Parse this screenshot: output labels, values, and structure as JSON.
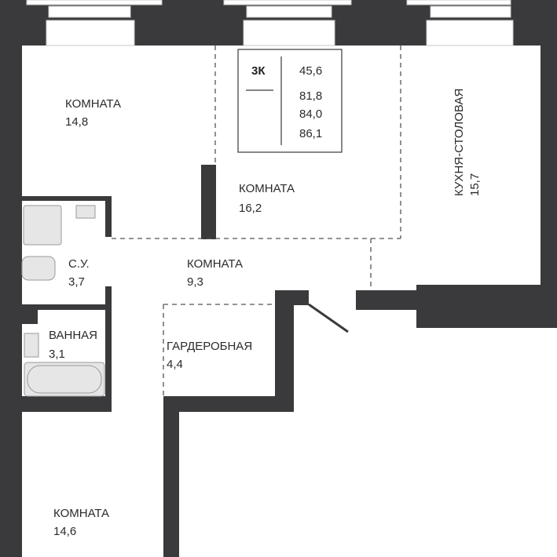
{
  "apartment": {
    "type": "3К",
    "areas": [
      "45,6",
      "81,8",
      "84,0",
      "86,1"
    ]
  },
  "rooms": [
    {
      "name": "КОМНАТА",
      "area": "14,8"
    },
    {
      "name": "КОМНАТА",
      "area": "16,2"
    },
    {
      "name": "КУХНЯ-СТОЛОВАЯ",
      "area": "15,7"
    },
    {
      "name": "С.У.",
      "area": "3,7"
    },
    {
      "name": "КОМНАТА",
      "area": "9,3"
    },
    {
      "name": "ВАННАЯ",
      "area": "3,1"
    },
    {
      "name": "ГАРДЕРОБНАЯ",
      "area": "4,4"
    },
    {
      "name": "КОМНАТА",
      "area": "14,6"
    }
  ],
  "colors": {
    "wall": "#3a3a3c",
    "background": "#ffffff"
  }
}
